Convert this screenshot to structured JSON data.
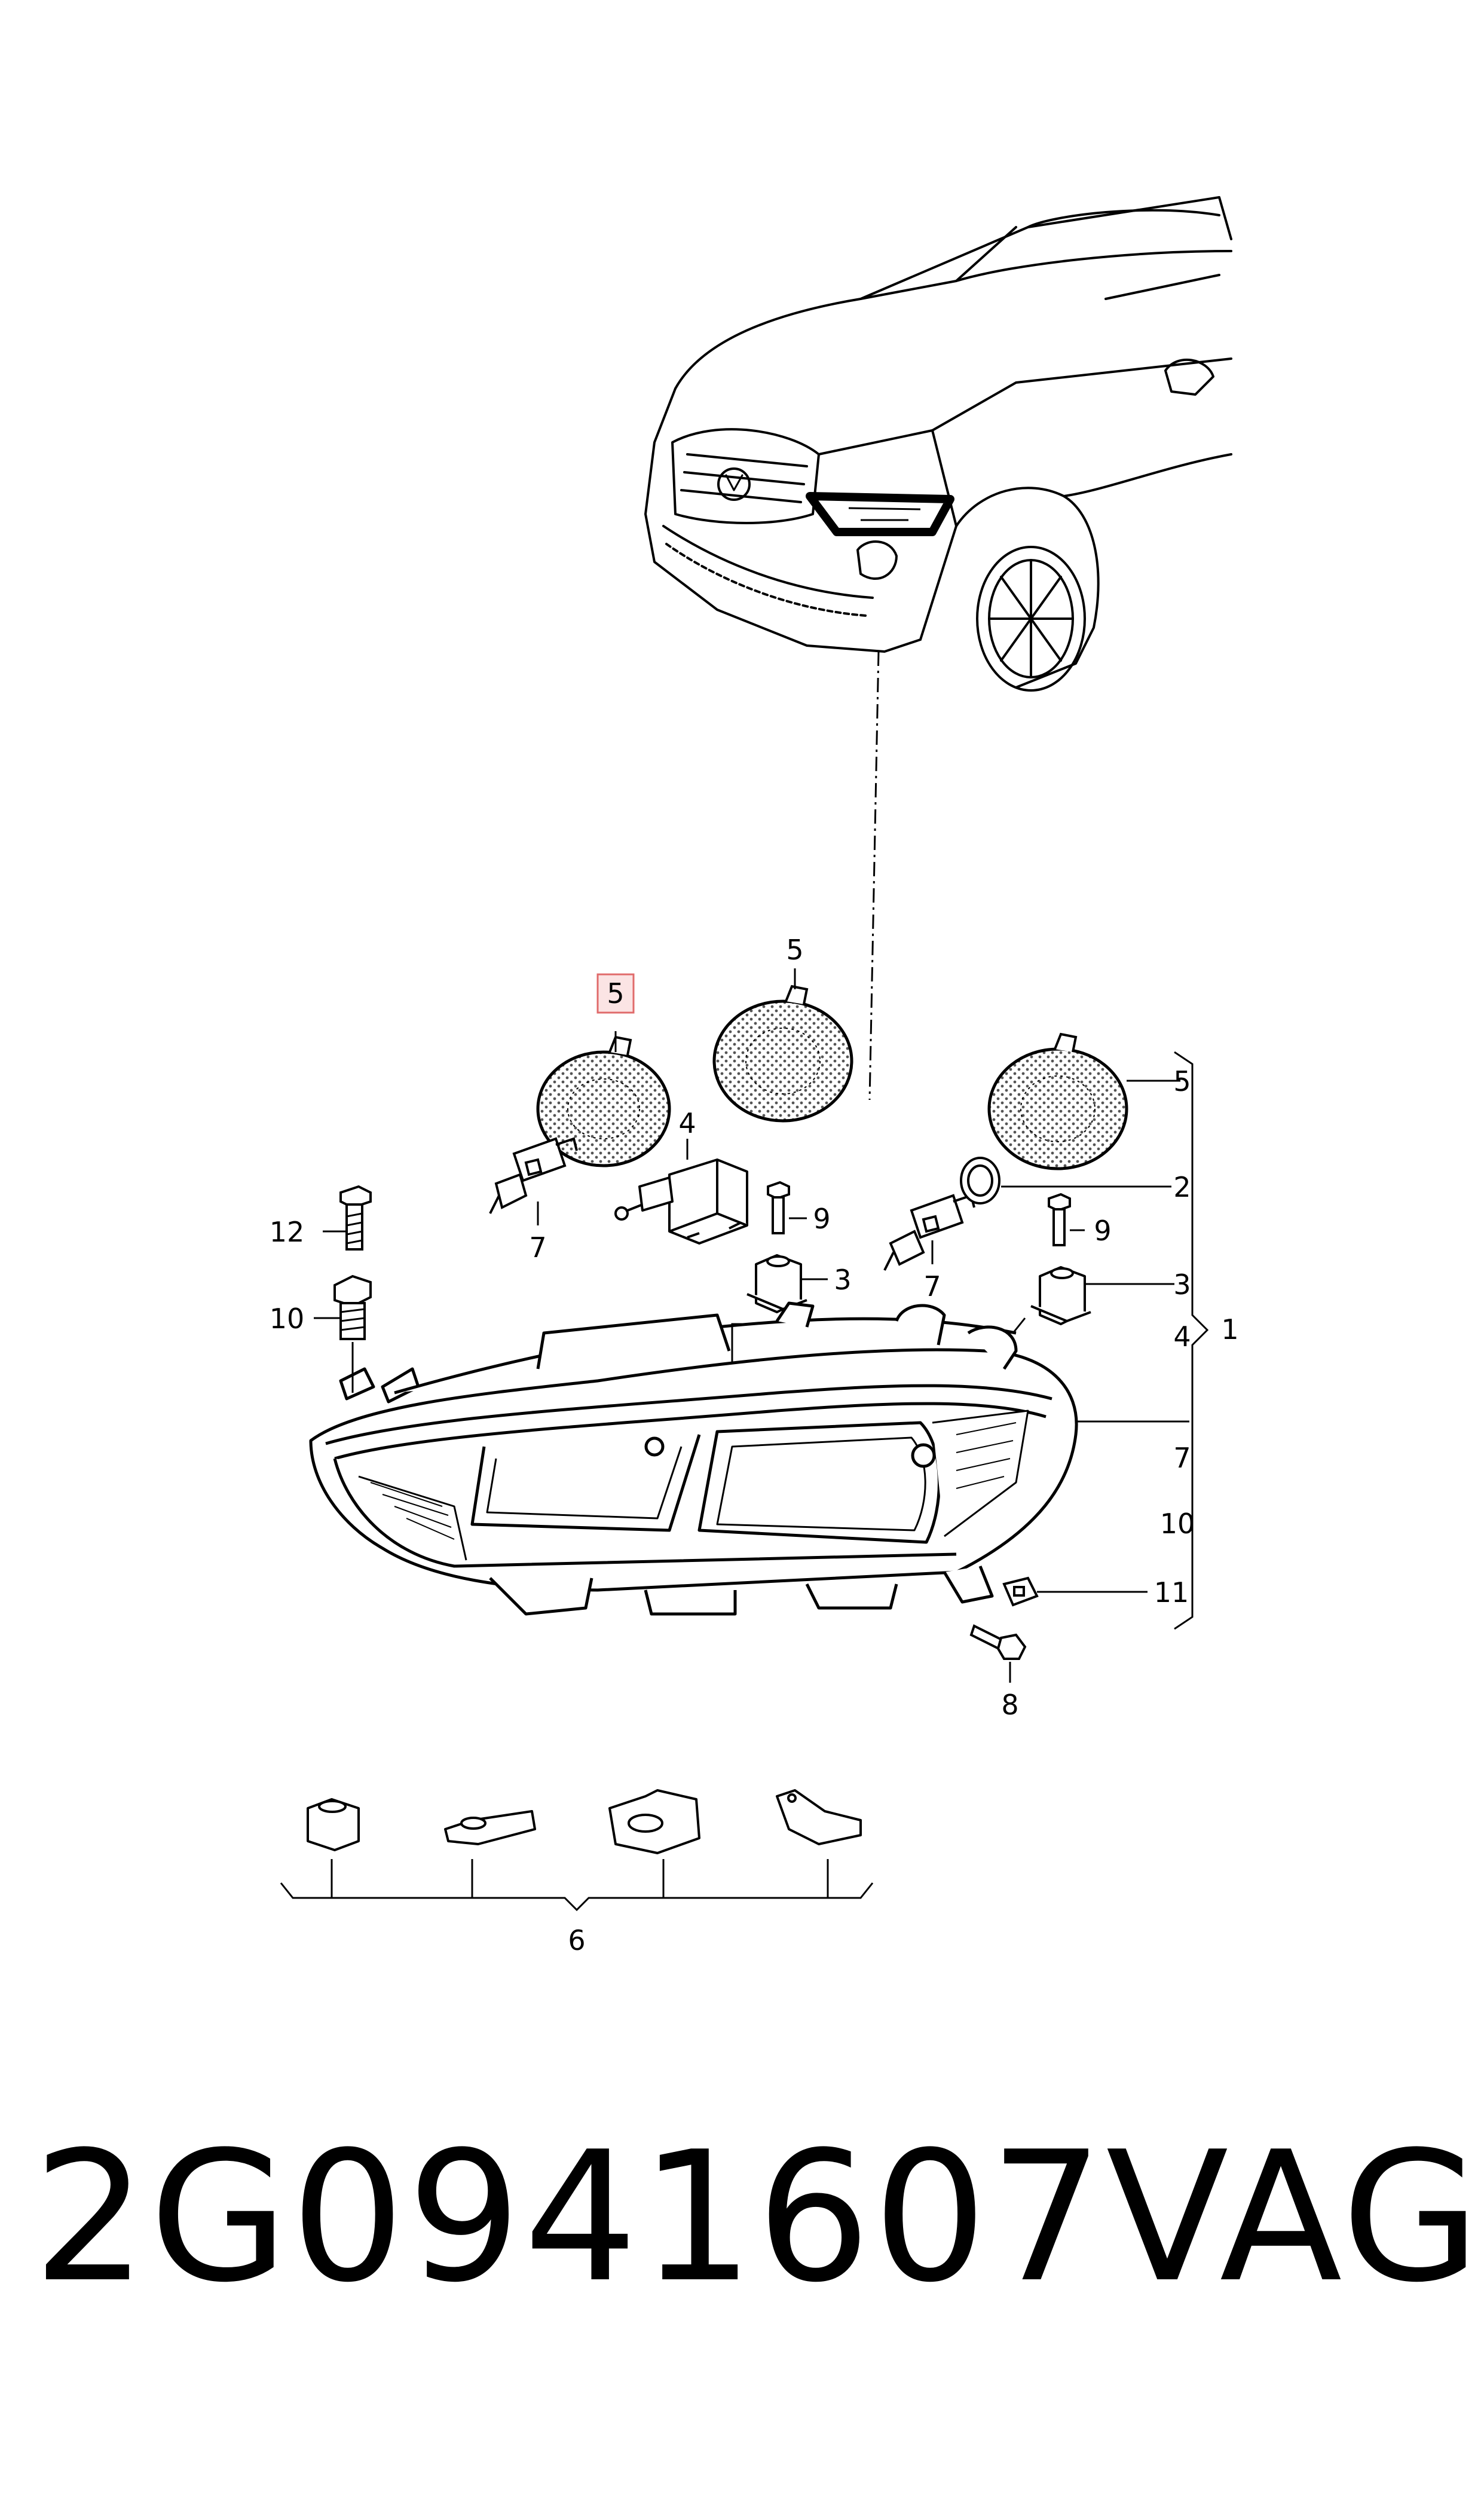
{
  "diagram": {
    "callouts": {
      "c1": "1",
      "c2": "2",
      "c3a": "3",
      "c3b": "3",
      "c4a": "4",
      "c4b": "4",
      "c5a": "5",
      "c5b": "5",
      "c5c": "5",
      "c6": "6",
      "c7a": "7",
      "c7b": "7",
      "c7c": "7",
      "c8": "8",
      "c9a": "9",
      "c9b": "9",
      "c10a": "10",
      "c10b": "10",
      "c11": "11",
      "c12": "12"
    },
    "highlight_color": "#e06b6b"
  },
  "footer": {
    "part_number": "2G0941607",
    "brand": "VAG"
  }
}
